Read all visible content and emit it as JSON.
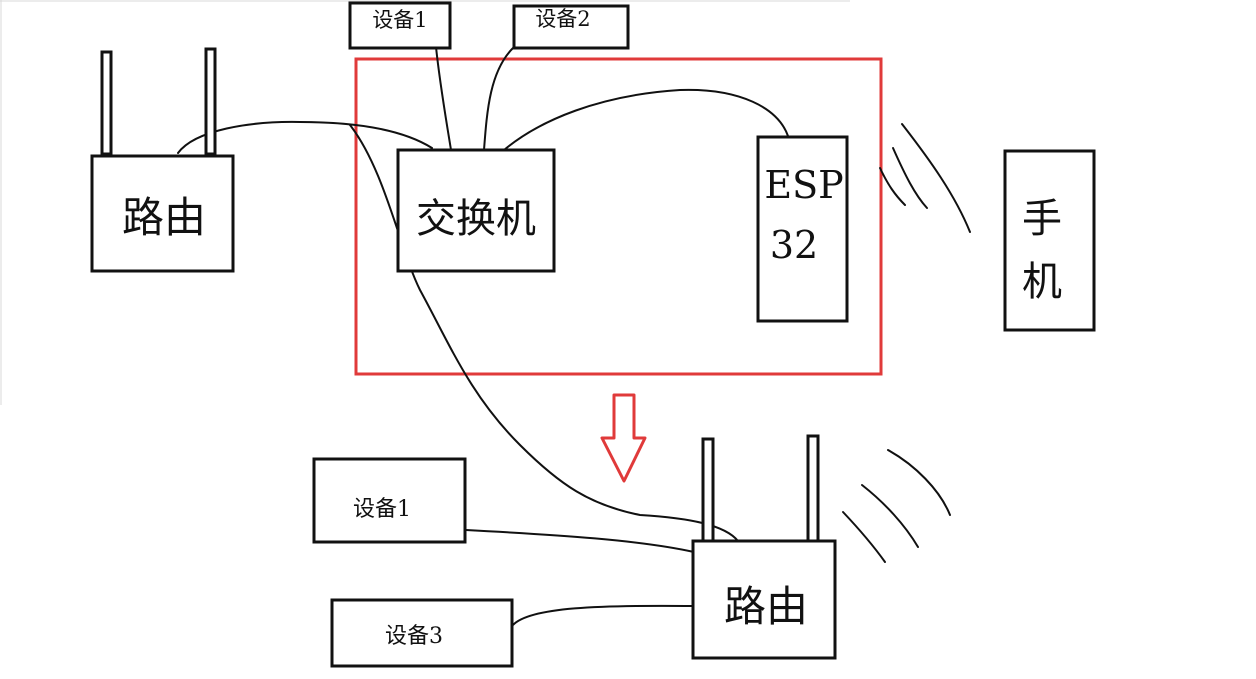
{
  "labels": {
    "router_top": "路由",
    "router_bottom": "路由",
    "switch": "交换机",
    "esp_line1": "ESP",
    "esp_line2": "32",
    "phone_line1": "手",
    "phone_line2": "机",
    "device1_top": "设备1",
    "device2_top": "设备2",
    "device1_bottom": "设备1",
    "device3_bottom": "设备3"
  },
  "colors": {
    "line": "#111111",
    "highlight": "#e03a3a",
    "background": "#ffffff"
  },
  "icons": {
    "arrow": "down-arrow-icon",
    "wifi": "wifi-waves-icon",
    "antenna": "antenna-icon"
  }
}
